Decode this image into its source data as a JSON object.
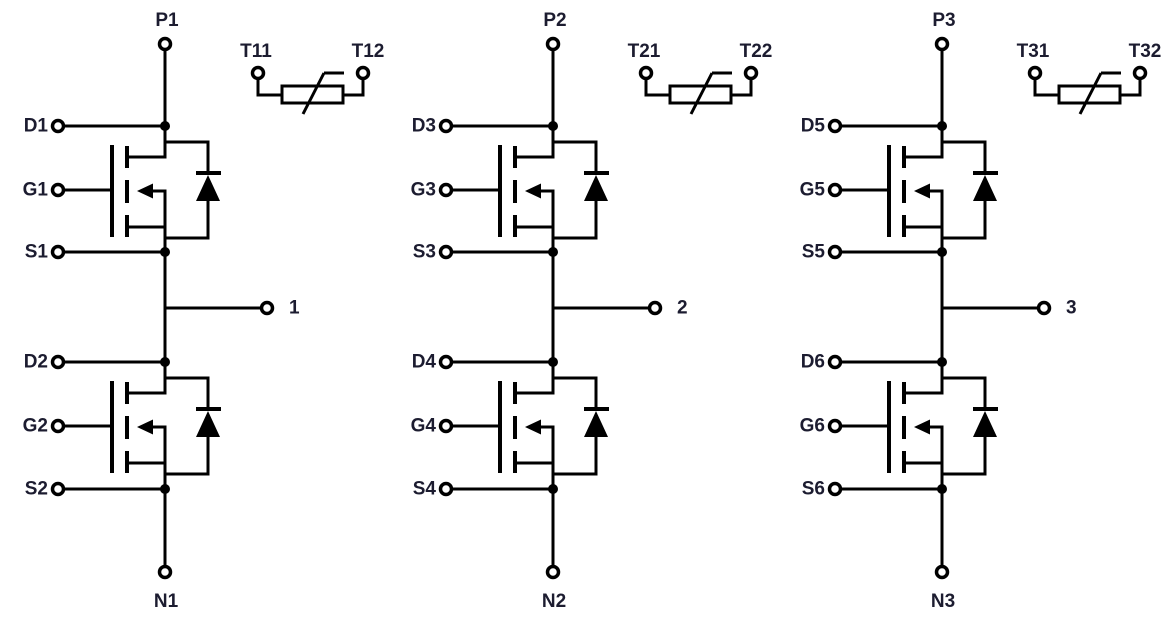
{
  "diagram": {
    "background": "#ffffff",
    "line_color": "#000000",
    "text_color": "#1c1c30"
  },
  "circuits": [
    {
      "phase": "1",
      "p_terminal": "P1",
      "n_terminal": "N1",
      "output_terminal": "1",
      "high_side": {
        "drain": "D1",
        "gate": "G1",
        "source": "S1"
      },
      "low_side": {
        "drain": "D2",
        "gate": "G2",
        "source": "S2"
      },
      "thermistor": {
        "terminal_1": "T11",
        "terminal_2": "T12"
      }
    },
    {
      "phase": "2",
      "p_terminal": "P2",
      "n_terminal": "N2",
      "output_terminal": "2",
      "high_side": {
        "drain": "D3",
        "gate": "G3",
        "source": "S3"
      },
      "low_side": {
        "drain": "D4",
        "gate": "G4",
        "source": "S4"
      },
      "thermistor": {
        "terminal_1": "T21",
        "terminal_2": "T22"
      }
    },
    {
      "phase": "3",
      "p_terminal": "P3",
      "n_terminal": "N3",
      "output_terminal": "3",
      "high_side": {
        "drain": "D5",
        "gate": "G5",
        "source": "S5"
      },
      "low_side": {
        "drain": "D6",
        "gate": "G6",
        "source": "S6"
      },
      "thermistor": {
        "terminal_1": "T31",
        "terminal_2": "T32"
      }
    }
  ]
}
